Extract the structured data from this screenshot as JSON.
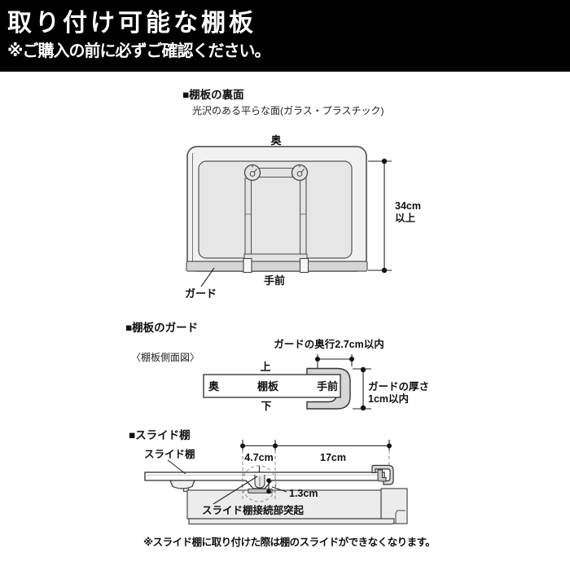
{
  "header": {
    "title": "取り付け可能な棚板",
    "note": "※ご購入の前に必ずご確認ください。"
  },
  "section_back": {
    "heading": "■棚板の裏面",
    "subheading": "光沢のある平らな面(ガラス・プラスチック)",
    "label_back": "奥",
    "label_front": "手前",
    "label_guard": "ガード",
    "dim_height_line1": "34cm",
    "dim_height_line2": "以上"
  },
  "section_guard": {
    "heading": "■棚板のガード",
    "view_label": "〈棚板側面図〉",
    "dim_depth": "ガードの奥行2.7cm以内",
    "label_top": "上",
    "label_bottom": "下",
    "label_back": "奥",
    "label_shelf": "棚板",
    "label_front": "手前",
    "dim_thickness_line1": "ガードの厚さ",
    "dim_thickness_line2": "1cm以内"
  },
  "section_slide": {
    "heading": "■スライド棚",
    "label_slide_shelf": "スライド棚",
    "dim_a": "4.7cm",
    "dim_b": "17cm",
    "dim_c": "1.3cm",
    "label_protrusion": "スライド棚接続部突起",
    "note": "※スライド棚に取り付けた際は棚のスライドができなくなります。"
  },
  "colors": {
    "header_bg": "#000000",
    "header_text": "#ffffff",
    "diagram_stroke": "#333333",
    "light_gray_fill": "#ececec",
    "guard_gray_fill": "#d6d6d6"
  }
}
